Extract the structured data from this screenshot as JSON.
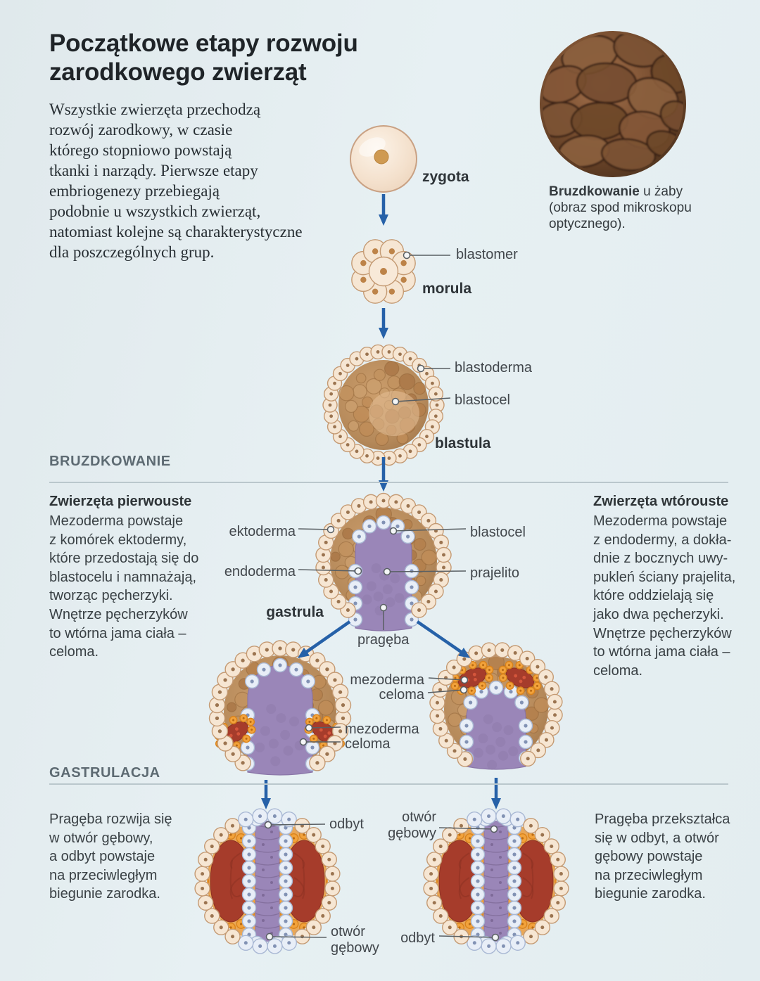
{
  "page": {
    "title": "Początkowe etapy rozwoju\nzarodkowego zwierząt",
    "intro": "Wszystkie zwierzęta przechodzą\nrozwój zarodkowy, w czasie\nktórego stopniowo powstają\ntkanki i narządy. Pierwsze etapy\nembriogenezy przebiegają\npodobnie u wszystkich zwierząt,\nnatomiast kolejne są charakterystyczne\ndla poszczególnych grup."
  },
  "photo": {
    "caption_bold": "Bruzdkowanie",
    "caption_rest": " u żaby\n(obraz spod mikroskopu\noptycznego)."
  },
  "sections": {
    "cleavage": "BRUZDKOWANIE",
    "gastrulation": "GASTRULACJA"
  },
  "stages": {
    "zygota": "zygota",
    "morula": "morula",
    "blastula": "blastula",
    "gastrula": "gastrula"
  },
  "labels": {
    "blastomer": "blastomer",
    "blastoderma": "blastoderma",
    "blastocel_top": "blastocel",
    "ektoderma": "ektoderma",
    "blastocel_gastrula": "blastocel",
    "endoderma": "endoderma",
    "prajelito": "prajelito",
    "prageba": "pragęba",
    "mezoderma_right": "mezoderma",
    "celoma_right": "celoma",
    "mezoderma_left": "mezoderma",
    "celoma_left": "celoma",
    "odbyt_left": "odbyt",
    "otwor_gebowy_left": "otwór gębowy",
    "otwor_gebowy_right": "otwór gębowy",
    "odbyt_right": "odbyt"
  },
  "protostomes": {
    "heading": "Zwierzęta pierwouste",
    "body": "Mezoderma powstaje\nz komórek ektodermy,\nktóre przedostają się do\nblastocelu i namnażają,\ntworząc pęcherzyki.\nWnętrze pęcherzyków\nto wtórna jama ciała –\nceloma."
  },
  "deuterostomes": {
    "heading": "Zwierzęta wtórouste",
    "body": "Mezoderma powstaje\nz endodermy, a dokła-\ndnie z bocznych uwy-\npukleń ściany prajelita,\nktóre oddzielają się\njako dwa pęcherzyki.\nWnętrze pęcherzyków\nto wtórna jama ciała –\nceloma."
  },
  "bottom_left_note": "Pragęba rozwija się\nw otwór gębowy,\na odbyt powstaje\nna przeciwległym\nbiegunie zarodka.",
  "bottom_right_note": "Pragęba przekształca\nsię w odbyt, a otwór\ngębowy powstaje\nna przeciwległym\nbiegunie zarodka.",
  "colors": {
    "arrow": "#2661a8",
    "leader": "#595f63",
    "cream_cell": "#f6e6d3",
    "cream_stroke": "#c49a73",
    "brown_mass": "#b98a5c",
    "purple_gut": "#9a86b8",
    "blue_endoderm": "#e8eef7",
    "blue_stroke": "#a9b8d4",
    "orange_mesoderm": "#f2a23b",
    "red_mesoderm": "#a63c2b"
  }
}
